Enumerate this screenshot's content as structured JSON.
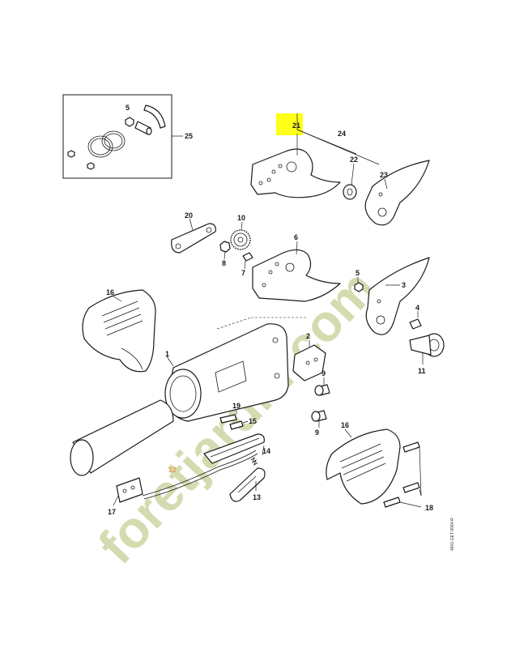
{
  "highlight_color": "#ffff1a",
  "watermark": {
    "text": "foretjardin.com",
    "colors": {
      "main": "#cfd9a8",
      "dot": "#d9c9b8",
      "accent": "#f3b27a"
    }
  },
  "drawing_code": "4601-GET-0064-R",
  "labels": {
    "l1": "1",
    "l2": "2",
    "l3": "3",
    "l4": "4",
    "l5": "5",
    "l6": "6",
    "l7": "7",
    "l8": "8",
    "l9a": "9",
    "l9b": "9",
    "l10": "10",
    "l11": "11",
    "l12": "12",
    "l13": "13",
    "l14": "14",
    "l15": "15",
    "l16a": "16",
    "l16b": "16",
    "l17": "17",
    "l18": "18",
    "l19": "19",
    "l20": "20",
    "l21": "21",
    "l22": "22",
    "l23": "23",
    "l24": "24",
    "l25": "25"
  }
}
